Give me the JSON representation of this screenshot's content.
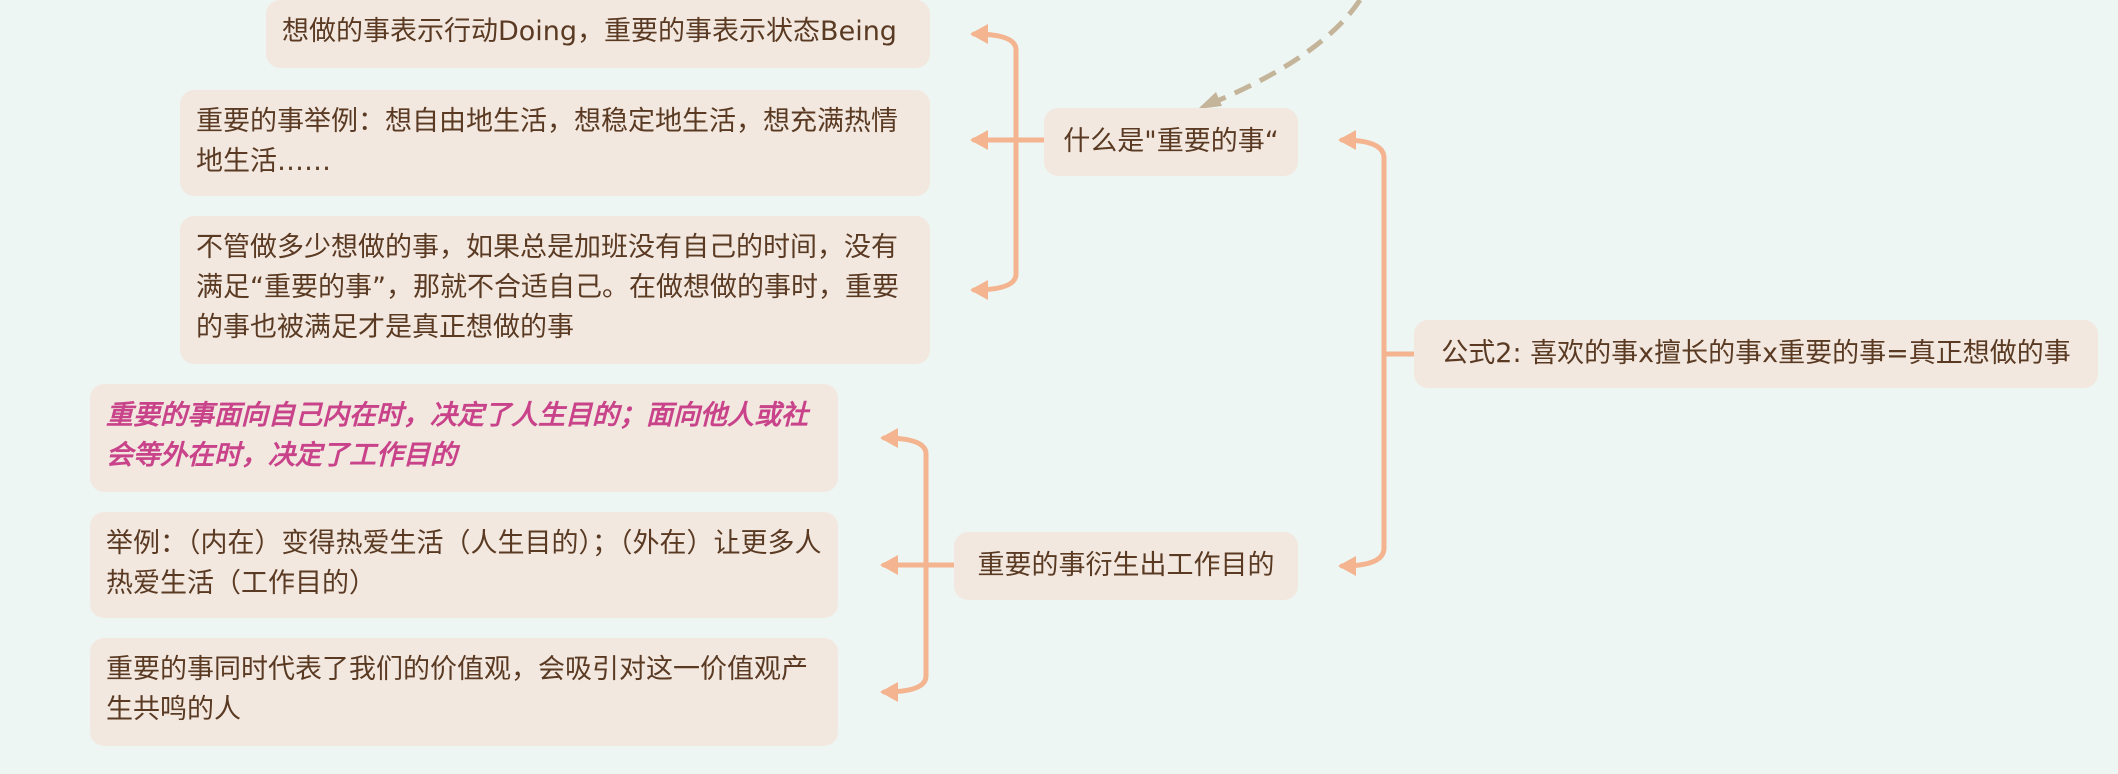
{
  "colors": {
    "background": "#eef6f4",
    "node_fill": "#f2e8e0",
    "node_text": "#5a3a22",
    "emphasis_text": "#c9438a",
    "connector": "#f3b48f",
    "dashed_link": "#c4b49a"
  },
  "mindmap": {
    "root": {
      "text": "公式2: 喜欢的事x擅长的事x重要的事=真正想做的事"
    },
    "branches": [
      {
        "text": "什么是\"重要的事“",
        "children": [
          {
            "text": "想做的事表示行动Doing，重要的事表示状态Being"
          },
          {
            "text": "重要的事举例：想自由地生活，想稳定地生活，想充满热情地生活……"
          },
          {
            "text": "不管做多少想做的事，如果总是加班没有自己的时间，没有满足“重要的事”，那就不合适自己。在做想做的事时，重要的事也被满足才是真正想做的事"
          }
        ]
      },
      {
        "text": "重要的事衍生出工作目的",
        "children": [
          {
            "text": "重要的事面向自己内在时，决定了人生目的；面向他人或社会等外在时，决定了工作目的"
          },
          {
            "text": "举例：（内在）变得热爱生活（人生目的）；（外在）让更多人热爱生活（工作目的）"
          },
          {
            "text": "重要的事同时代表了我们的价值观，会吸引对这一价值观产生共鸣的人"
          }
        ]
      }
    ]
  }
}
